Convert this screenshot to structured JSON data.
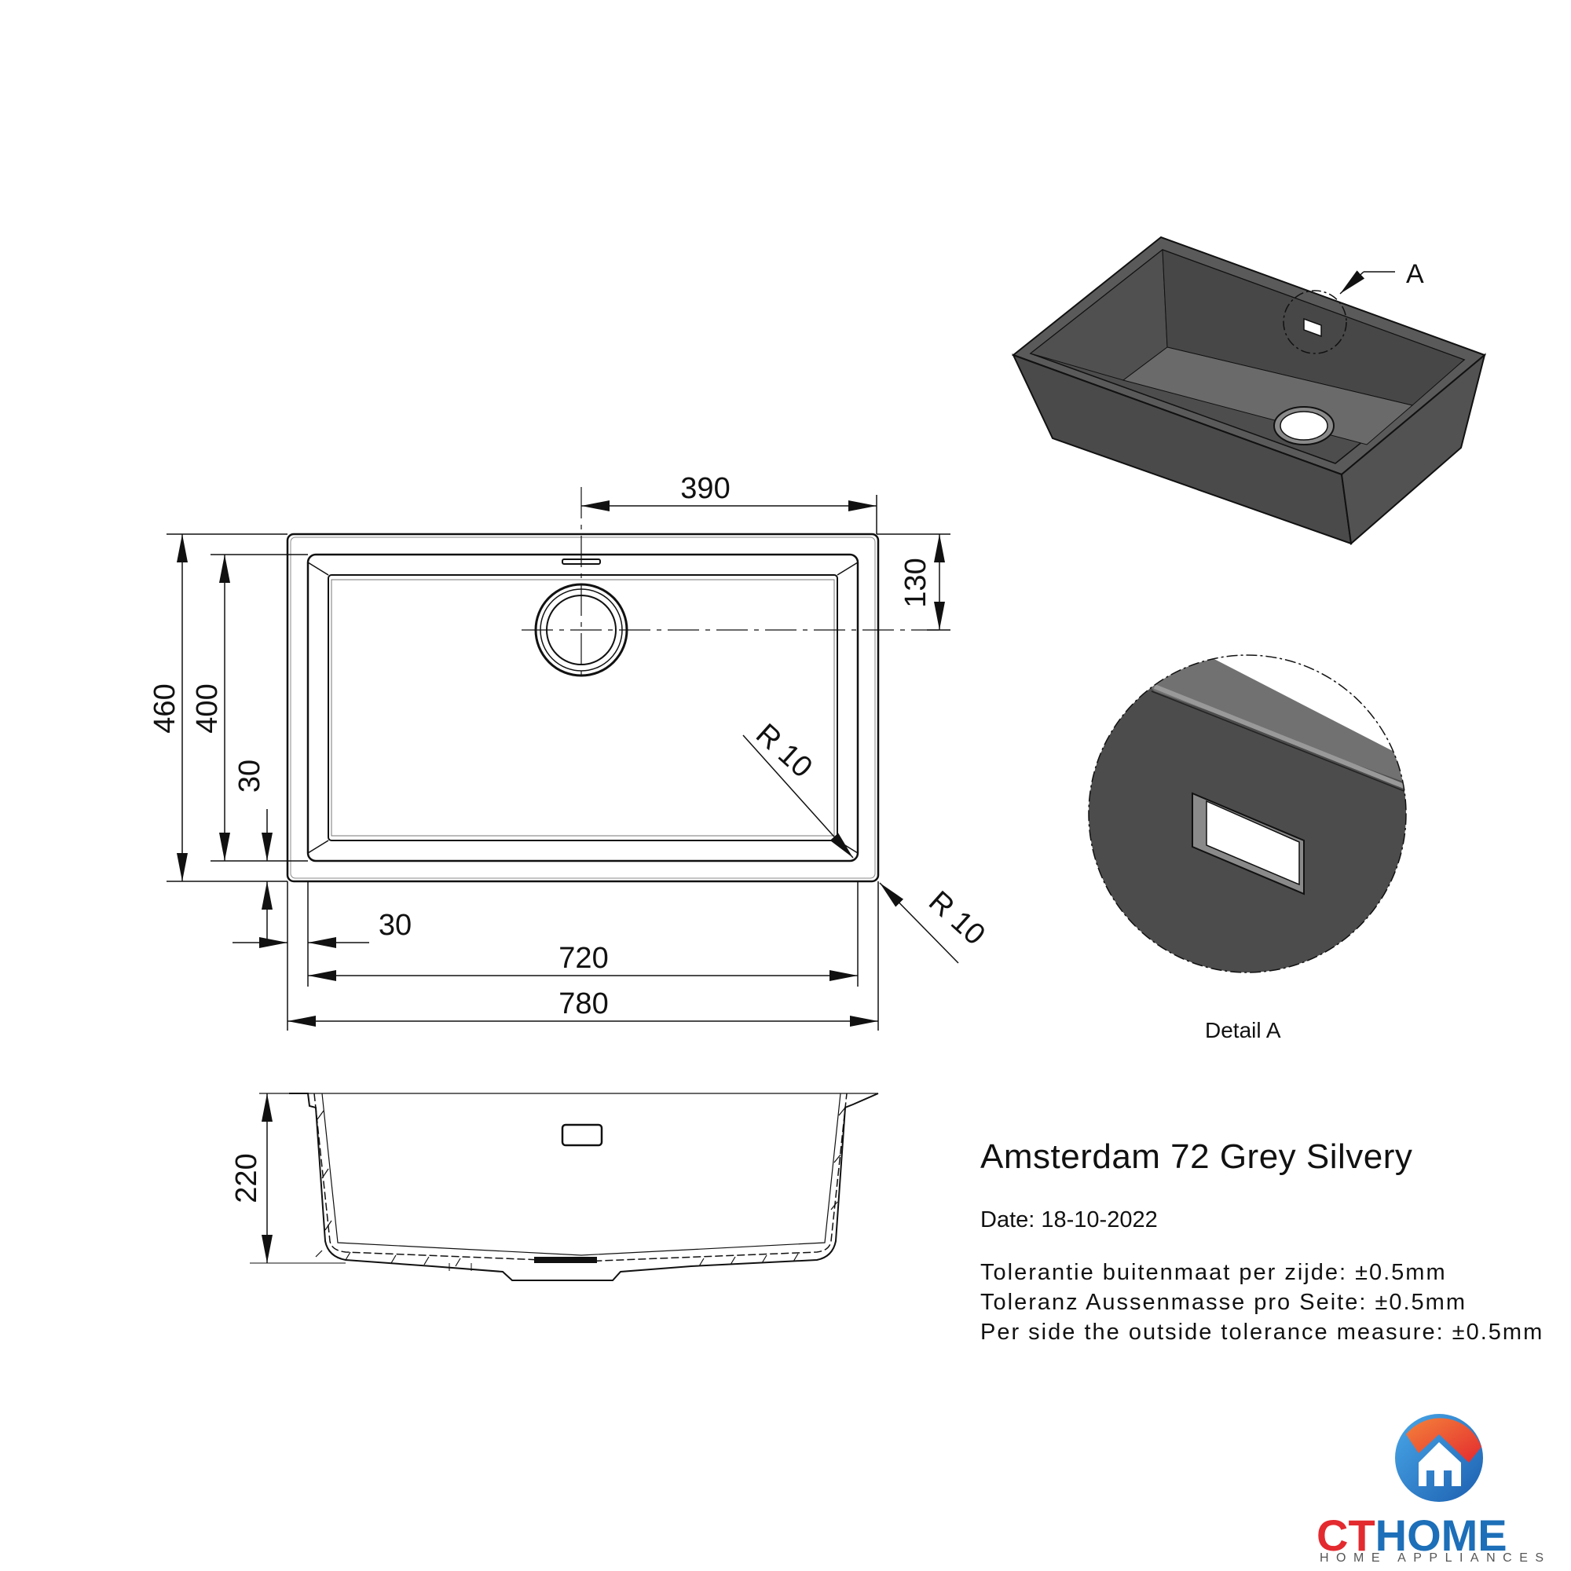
{
  "drawing": {
    "title": "Amsterdam 72 Grey Silvery",
    "date": "Date: 18-10-2022",
    "tolerances": [
      "Tolerantie buitenmaat per zijde: ±0.5mm",
      "Toleranz Aussenmasse pro Seite: ±0.5mm",
      "Per side the outside tolerance measure: ±0.5mm"
    ],
    "detail_label": "Detail A",
    "detail_marker": "A"
  },
  "dimensions": {
    "overall_width": "780",
    "inner_width": "720",
    "overall_depth": "460",
    "inner_depth": "400",
    "rim_front": "30",
    "rim_side": "30",
    "drain_offset_x": "390",
    "drain_offset_y": "130",
    "height": "220",
    "radius_inner": "R 10",
    "radius_outer": "R 10"
  },
  "colors": {
    "line": "#111111",
    "sink_dark": "#4a4a4a",
    "sink_mid": "#5e5e5e",
    "sink_light": "#7a7a7a",
    "brand_red": "#e32a2f",
    "brand_blue": "#1c6fb8"
  },
  "logo": {
    "brand_part1": "CT",
    "brand_part2": "HOME",
    "tagline": "HOME APPLIANCES"
  }
}
